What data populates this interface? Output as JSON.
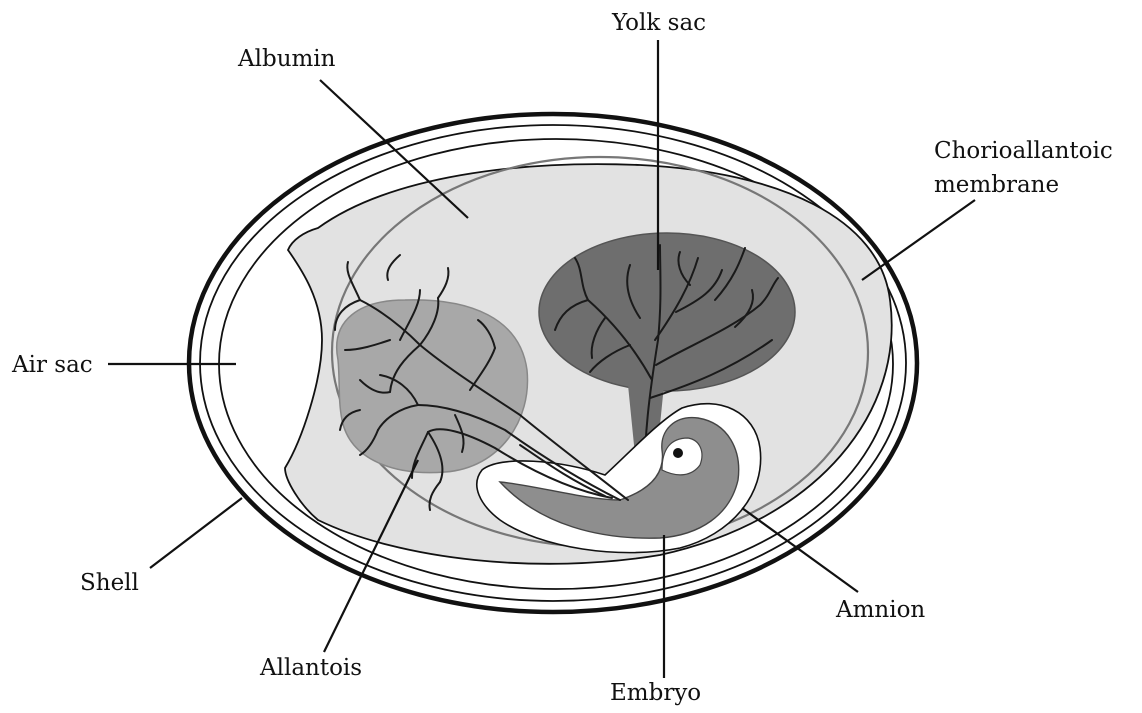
{
  "labels": {
    "yolk_sac": "Yolk sac",
    "albumin": "Albumin",
    "chorioallantoic_line1": "Chorioallantoic",
    "chorioallantoic_line2": "membrane",
    "air_sac": "Air sac",
    "shell": "Shell",
    "allantois": "Allantois",
    "embryo": "Embryo",
    "amnion": "Amnion"
  },
  "colors": {
    "outline": "#111111",
    "albumin_fill": "#e2e2e2",
    "allantois_fill": "#a8a8a8",
    "yolk_fill": "#6e6e6e",
    "embryo_fill": "#8e8e8e",
    "amnion_fill": "#ffffff",
    "background": "#ffffff"
  }
}
